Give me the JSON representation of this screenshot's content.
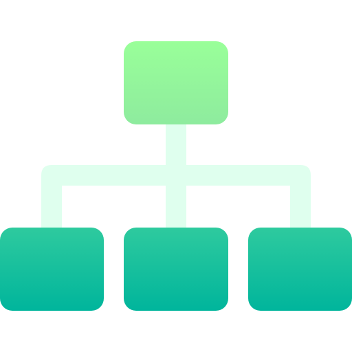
{
  "diagram": {
    "icon": "hierarchy-tree-icon",
    "colors": {
      "background": "#FFFFFF",
      "connector": "#DFFFEE",
      "top_node_gradient": [
        "#99FF99",
        "#8EEB9E"
      ],
      "child_node_gradient": [
        "#2ECA9E",
        "#00B59C"
      ]
    },
    "nodes": [
      {
        "role": "root"
      },
      {
        "role": "child"
      },
      {
        "role": "child"
      },
      {
        "role": "child"
      }
    ]
  }
}
